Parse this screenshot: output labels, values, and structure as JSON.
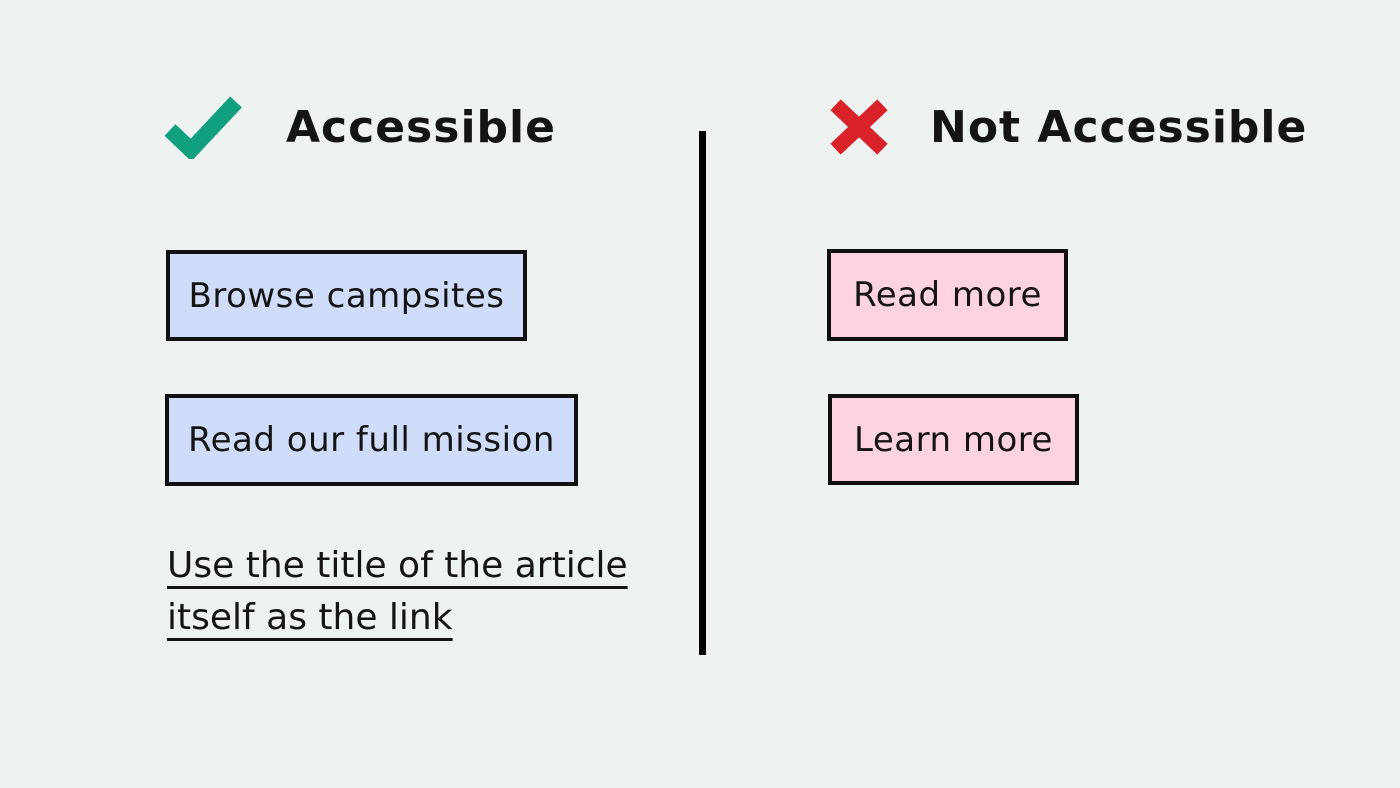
{
  "colors": {
    "background": "#eef2f0",
    "check_green": "#10a07e",
    "cross_red": "#d9212a",
    "button_blue": "#cfdcfa",
    "button_pink": "#fdd3e0",
    "ink": "#141414",
    "divider_black": "#000000"
  },
  "left": {
    "heading": "Accessible",
    "icon": "checkmark-icon",
    "buttons": [
      {
        "label": "Browse campsites"
      },
      {
        "label": "Read our full mission"
      }
    ],
    "link_lines": [
      "Use the title of the article",
      "itself as the link"
    ]
  },
  "right": {
    "heading": "Not Accessible",
    "icon": "cross-icon",
    "buttons": [
      {
        "label": "Read more"
      },
      {
        "label": "Learn more"
      }
    ]
  }
}
